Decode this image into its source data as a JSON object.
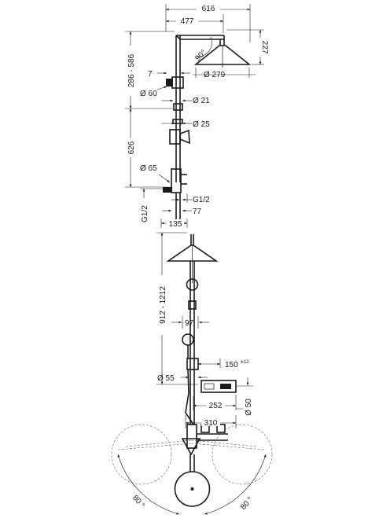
{
  "dimensions": {
    "width_616": "616",
    "width_477": "477",
    "height_227": "227",
    "height_286_586": "286 - 586",
    "offset_7": "7",
    "angle_90": "90°",
    "dia_279": "Ø 279",
    "dia_60": "Ø 60",
    "dia_21": "Ø 21",
    "dia_25": "Ø 25",
    "height_626": "626",
    "dia_65": "Ø 65",
    "thread_g12_right": "G1/2",
    "thread_g12_left": "G1/2",
    "width_77": "77",
    "width_135": "135",
    "height_912_1212": "912 - 1212",
    "width_97": "97",
    "width_150": "150",
    "tolerance_12": "±12",
    "dia_55": "Ø 55",
    "width_252": "252",
    "height_50": "Ø 50",
    "width_310": "310",
    "angle_80_left": "80 °",
    "angle_80_right": "80 °"
  }
}
